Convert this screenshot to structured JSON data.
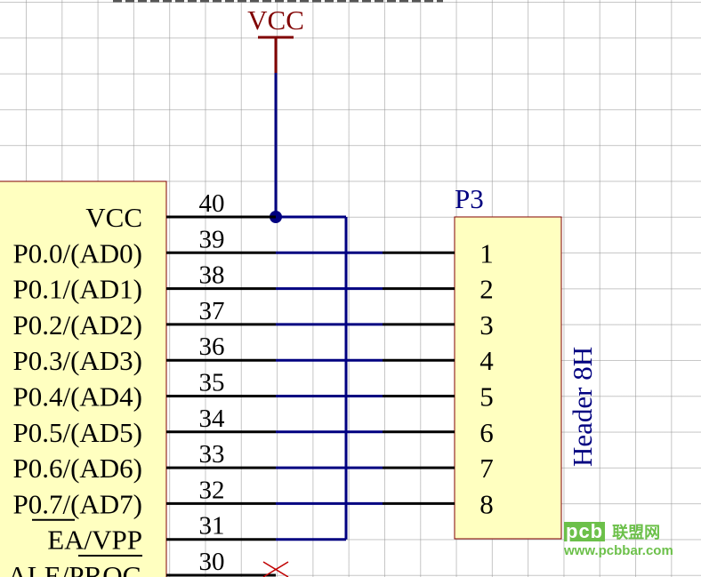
{
  "power": {
    "label": "VCC"
  },
  "ic": {
    "pins": [
      {
        "number": "40",
        "name": "VCC"
      },
      {
        "number": "39",
        "name": "P0.0/(AD0)"
      },
      {
        "number": "38",
        "name": "P0.1/(AD1)"
      },
      {
        "number": "37",
        "name": "P0.2/(AD2)"
      },
      {
        "number": "36",
        "name": "P0.3/(AD3)"
      },
      {
        "number": "35",
        "name": "P0.4/(AD4)"
      },
      {
        "number": "34",
        "name": "P0.5/(AD5)"
      },
      {
        "number": "33",
        "name": "P0.6/(AD6)"
      },
      {
        "number": "32",
        "name": "P0.7/(AD7)"
      },
      {
        "number": "31",
        "name": "EA/VPP"
      },
      {
        "number": "30",
        "name": "ALE/PROG"
      }
    ]
  },
  "header": {
    "designator": "P3",
    "comment": "Header 8H",
    "pins": [
      "1",
      "2",
      "3",
      "4",
      "5",
      "6",
      "7",
      "8"
    ]
  },
  "watermark": {
    "logo": "pcb",
    "name": "联盟网",
    "url": "www.pcbbar.com"
  },
  "colors": {
    "wire": "#000080",
    "pin": "#000000",
    "component_fill": "#ffffc0",
    "component_border": "#800000",
    "power": "#800000",
    "header_text": "#000080",
    "watermark": "#6cc04a"
  }
}
